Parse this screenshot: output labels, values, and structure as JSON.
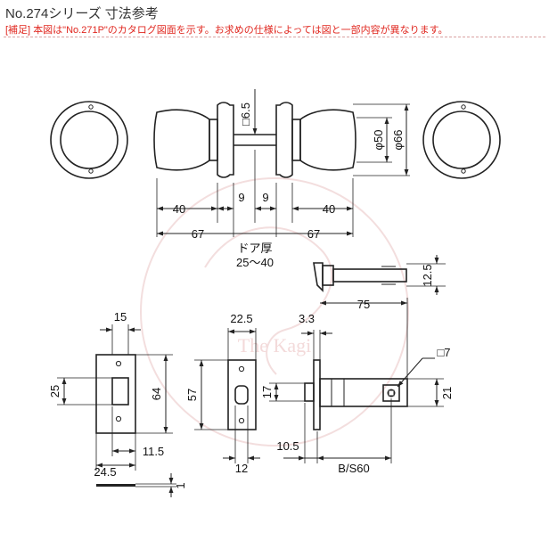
{
  "header": {
    "title": "No.274シリーズ 寸法参考",
    "note_tag": "[補足]",
    "note_text": "本図は\"No.271P\"のカタログ図面を示す。お求めの仕様によっては図と一部内容が異なります。"
  },
  "watermark": {
    "text": "The Kagi"
  },
  "dimensions": {
    "knob_length_left": "40",
    "rose_left": "9",
    "rose_right": "9",
    "knob_length_right": "40",
    "overall_left": "67",
    "overall_right": "67",
    "spindle": "□6.5",
    "rose_diameter": "φ50",
    "outer_diameter": "φ66",
    "door_thickness_label": "ドア厚",
    "door_thickness_range": "25〜40",
    "latch_height": "12.5",
    "strike_width": "15",
    "strike_opening": "25",
    "strike_height": "64",
    "strike_offset": "11.5",
    "strike_total": "24.5",
    "strike_thickness": "1",
    "faceplate_width": "22.5",
    "faceplate_height": "57",
    "faceplate_depth": "12",
    "latch_bolt": "17",
    "case_offset": "3.3",
    "case_length": "75",
    "square_hole": "□7",
    "case_height": "21",
    "front_offset": "10.5",
    "backset": "B/S60"
  }
}
